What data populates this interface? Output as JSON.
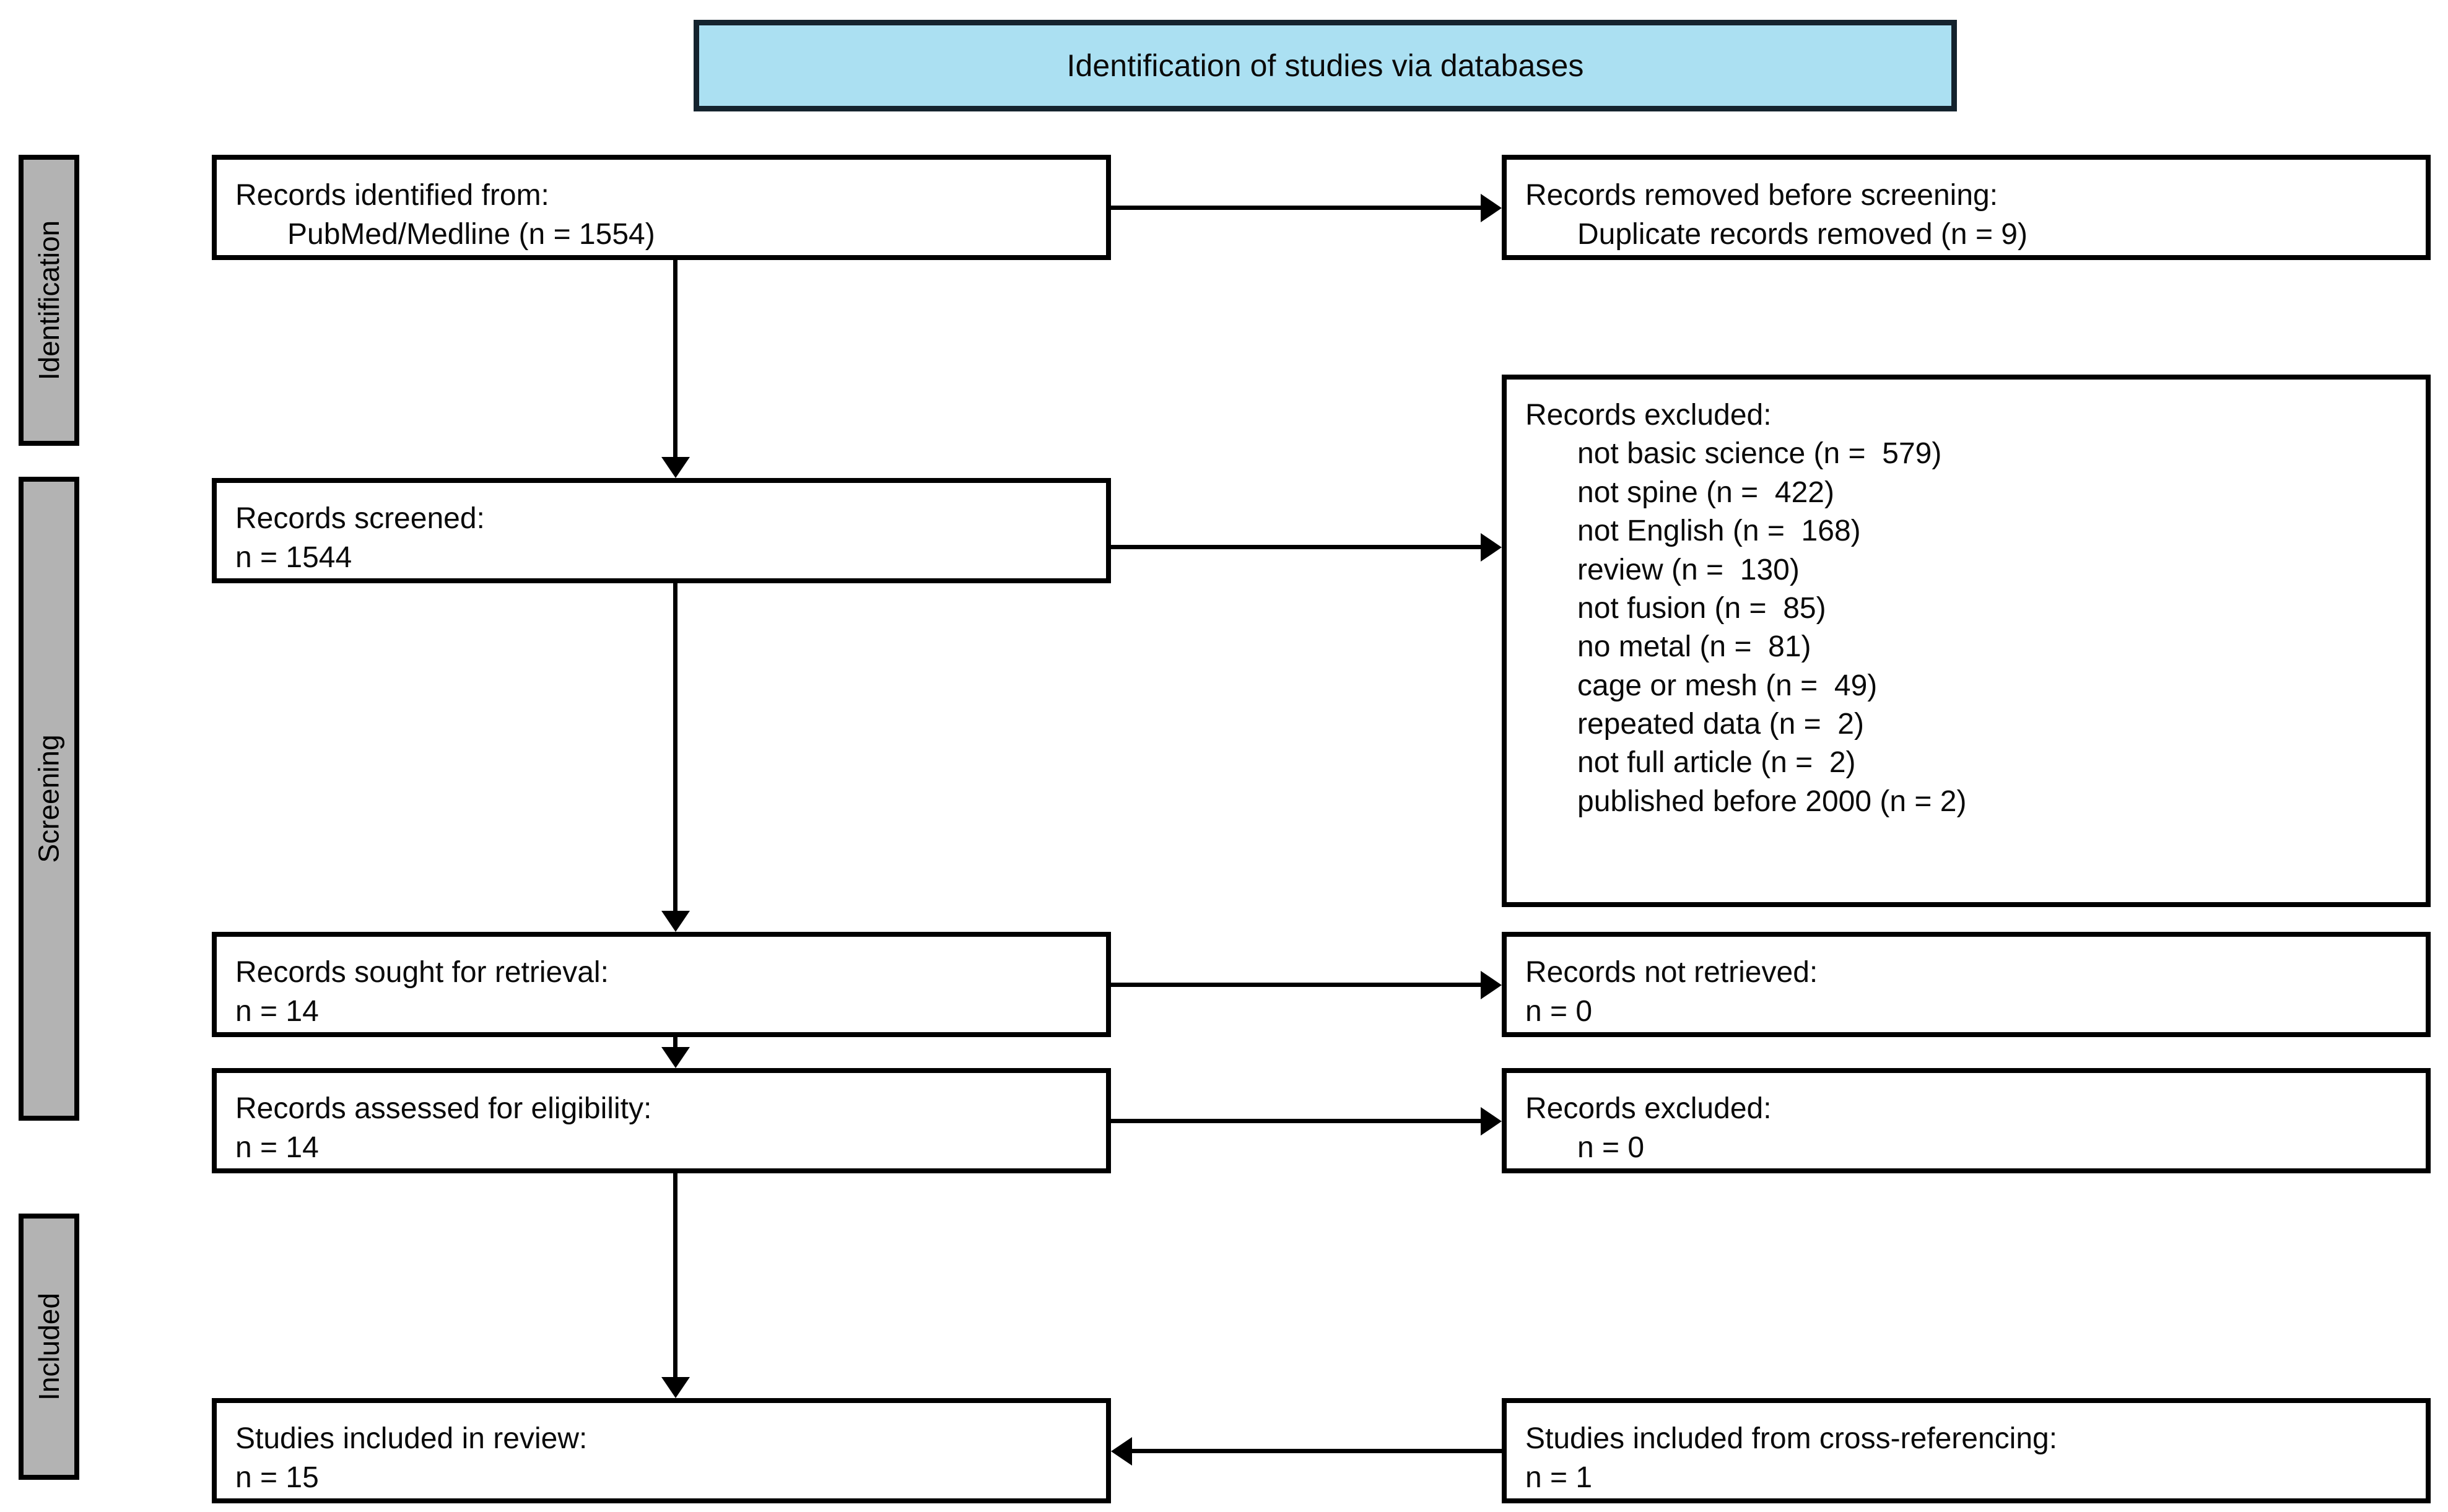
{
  "header": {
    "title": "Identification of studies via databases",
    "fill_color": "#ABE0F2",
    "border_color": "#14232E"
  },
  "stages": [
    {
      "label": "Identification",
      "fill_color": "#B3B3B3"
    },
    {
      "label": "Screening",
      "fill_color": "#B3B3B3"
    },
    {
      "label": "Included",
      "fill_color": "#B3B3B3"
    }
  ],
  "boxes": {
    "records_identified": {
      "title": "Records identified from:",
      "detail": "PubMed/Medline (n = 1554)"
    },
    "records_removed": {
      "title": "Records removed before screening:",
      "detail": "Duplicate records removed (n = 9)"
    },
    "records_screened": {
      "title": "Records screened:",
      "count": "n = 1544"
    },
    "records_excluded_screening": {
      "title": "Records excluded:",
      "reasons": [
        "not basic science (n =  579)",
        "not spine (n =  422)",
        "not English (n =  168)",
        "review (n =  130)",
        "not fusion (n =  85)",
        "no metal (n =  81)",
        "cage or mesh (n =  49)",
        "repeated data (n =  2)",
        "not full article (n =  2)",
        "published before 2000 (n = 2)"
      ]
    },
    "records_sought": {
      "title": "Records sought for retrieval:",
      "count": "n = 14"
    },
    "records_not_retrieved": {
      "title": "Records not retrieved:",
      "count": "n = 0"
    },
    "records_assessed": {
      "title": "Records assessed for eligibility:",
      "count": "n = 14"
    },
    "records_excluded_eligibility": {
      "title": "Records excluded:",
      "count": "n = 0"
    },
    "studies_included": {
      "title": "Studies included in review:",
      "count": "n = 15"
    },
    "studies_cross_ref": {
      "title": "Studies included from cross-referencing:",
      "count": "n = 1"
    }
  }
}
